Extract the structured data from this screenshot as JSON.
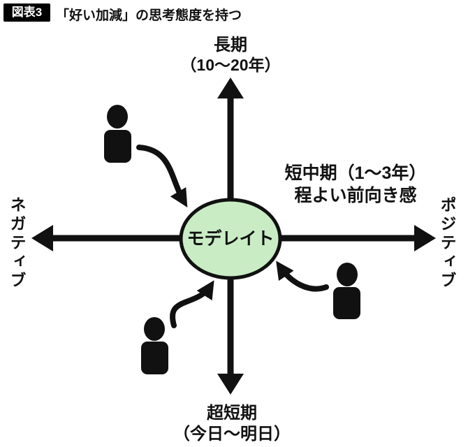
{
  "colors": {
    "ink": "#111111",
    "ellipse_fill": "#c9ecc5",
    "badge_bg": "#000000",
    "badge_text": "#ffffff",
    "background": "#ffffff"
  },
  "header": {
    "badge": "図表3",
    "title": "「好い加減」の思考態度を持つ"
  },
  "diagram": {
    "axis_top_label": "長期",
    "axis_top_sub": "（10〜20年）",
    "axis_bottom_label": "超短期",
    "axis_bottom_sub": "（今日〜明日）",
    "axis_left_label": "ネガティブ",
    "axis_right_label": "ポジティブ",
    "center_label": "モデレイト",
    "annotation_line1": "短中期（1〜3年）",
    "annotation_line2": "程よい前向き感",
    "icons": {
      "person": "person-icon",
      "arrow": "curved-arrow-icon"
    }
  }
}
